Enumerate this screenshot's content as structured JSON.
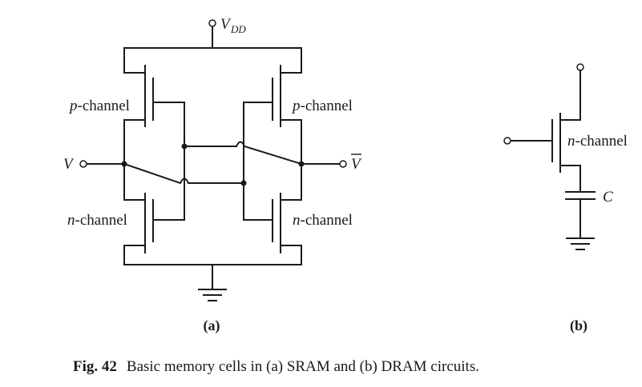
{
  "sram": {
    "vdd_label": "V",
    "vdd_subscript": "DD",
    "p_channel_left": {
      "prefix": "p",
      "suffix": "-channel"
    },
    "p_channel_right": {
      "prefix": "p",
      "suffix": "-channel"
    },
    "n_channel_left": {
      "prefix": "n",
      "suffix": "-channel"
    },
    "n_channel_right": {
      "prefix": "n",
      "suffix": "-channel"
    },
    "input_label": "V",
    "output_label": "V",
    "panel_label": "(a)"
  },
  "dram": {
    "n_channel": {
      "prefix": "n",
      "suffix": "-channel"
    },
    "capacitor_label": "C",
    "panel_label": "(b)"
  },
  "caption": {
    "figure_number": "Fig. 42",
    "text": "Basic memory cells in (a) SRAM and (b) DRAM circuits."
  }
}
